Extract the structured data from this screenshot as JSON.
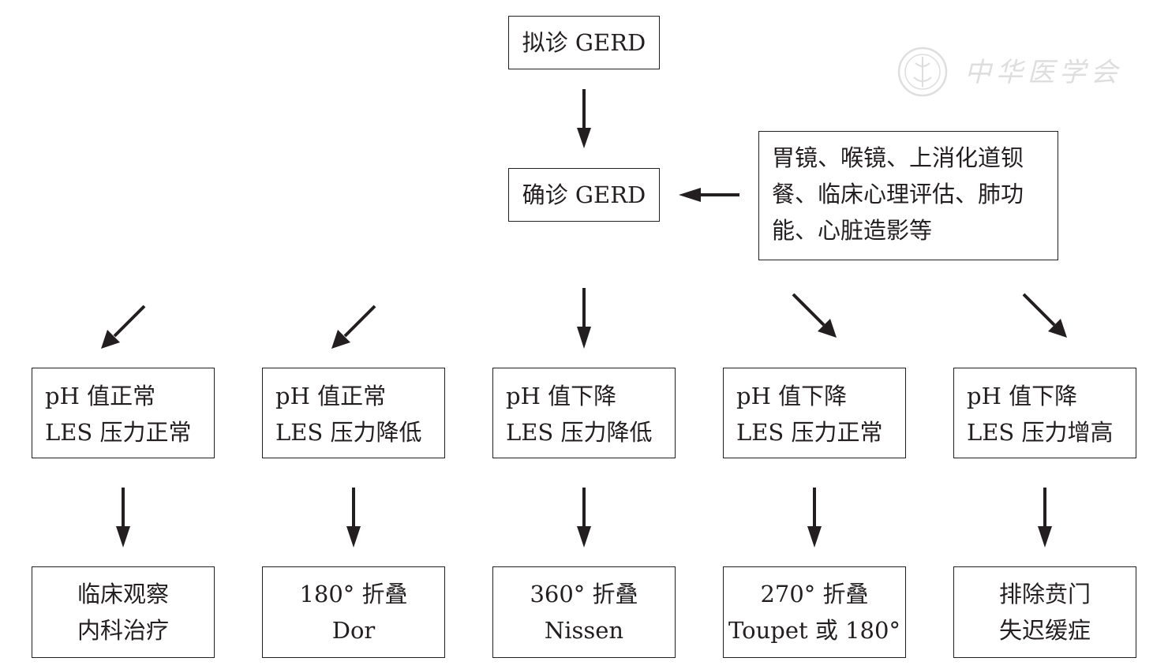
{
  "nodes": {
    "suspect": "拟诊 GERD",
    "confirm": "确诊 GERD",
    "exams": [
      "胃镜、喉镜、上消化道钡",
      "餐、临床心理评估、肺功",
      "能、心脏造影等"
    ]
  },
  "categories": [
    {
      "line1": "pH 值正常",
      "line2": "LES 压力正常",
      "result1": "临床观察",
      "result2": "内科治疗"
    },
    {
      "line1": "pH 值正常",
      "line2": "LES 压力降低",
      "result1": "180° 折叠",
      "result2": "Dor"
    },
    {
      "line1": "pH 值下降",
      "line2": "LES 压力降低",
      "result1": "360° 折叠",
      "result2": "Nissen"
    },
    {
      "line1": "pH 值下降",
      "line2": "LES 压力正常",
      "result1": "270° 折叠",
      "result2": "Toupet 或 180°"
    },
    {
      "line1": "pH 值下降",
      "line2": "LES 压力增高",
      "result1": "排除贲门",
      "result2": "失迟缓症"
    }
  ],
  "watermark": {
    "text": "中华医学会",
    "icon": "society-seal-icon"
  }
}
